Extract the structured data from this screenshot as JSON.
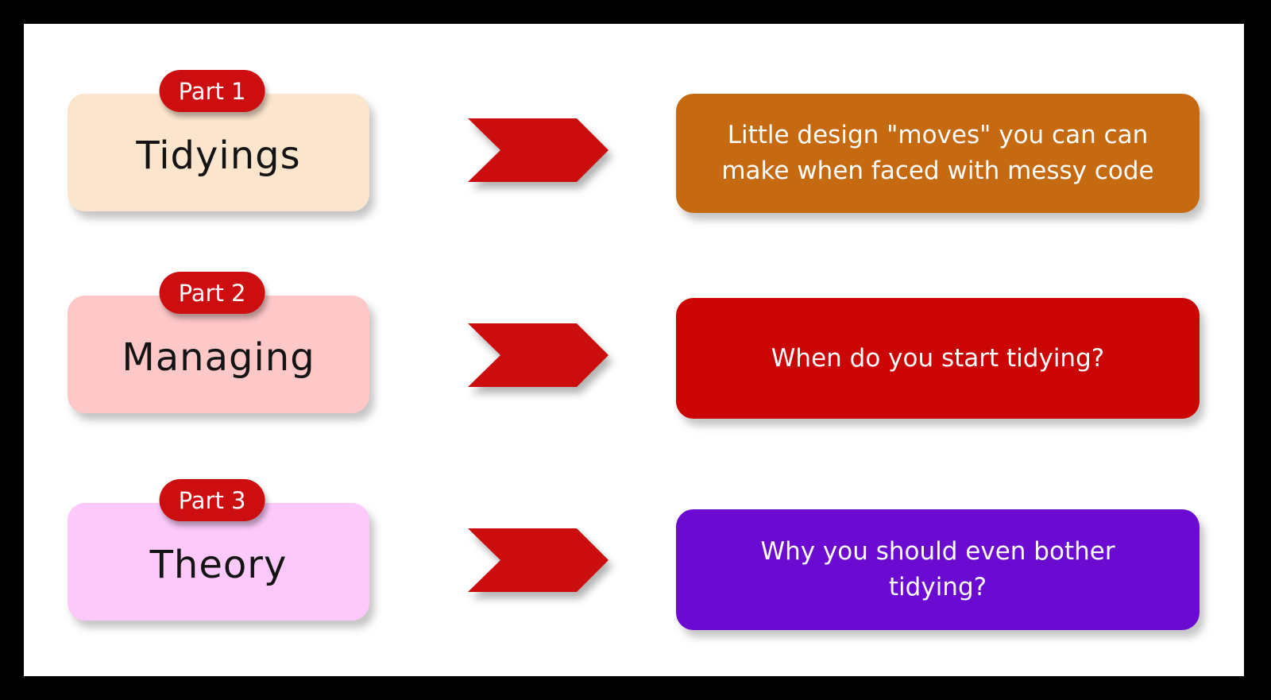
{
  "page": {
    "background_color": "#000000",
    "panel_color": "#ffffff"
  },
  "accent": {
    "badge_red": "#cd0e10",
    "arrow_red": "#cc0d0d",
    "topic_text_color": "#141414",
    "description_text_color": "#ffffff"
  },
  "rows": [
    {
      "part_label": "Part 1",
      "topic": "Tidyings",
      "topic_bg": "#fce5cd",
      "description": "Little design \"moves\" you can can\nmake when faced with messy code",
      "description_bg": "#c66a11"
    },
    {
      "part_label": "Part 2",
      "topic": "Managing",
      "topic_bg": "#ffc8c8",
      "description": "When do you start tidying?",
      "description_bg": "#cb0404"
    },
    {
      "part_label": "Part 3",
      "topic": "Theory",
      "topic_bg": "#fcc9fa",
      "description": "Why you should even bother\ntidying?",
      "description_bg": "#6b0bd2"
    }
  ]
}
